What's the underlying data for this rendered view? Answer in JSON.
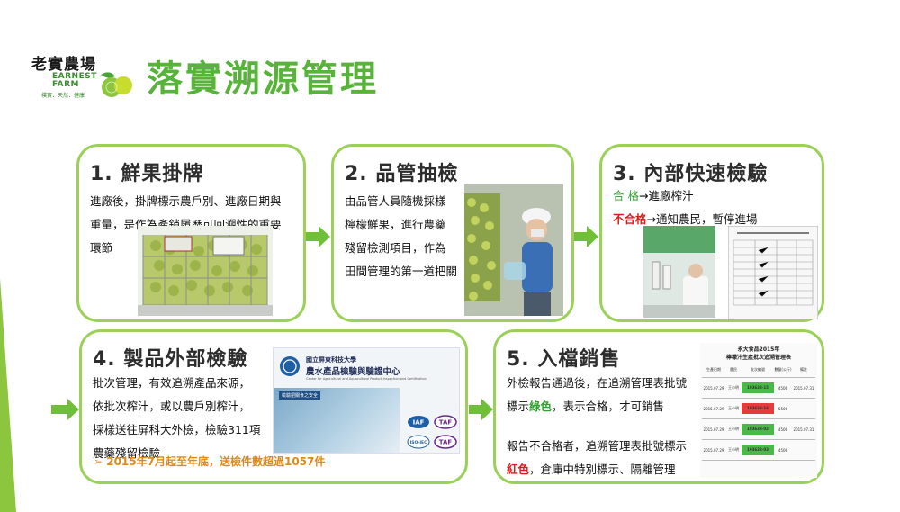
{
  "logo": {
    "cn": "老實農場",
    "en_line1": "EARNEST",
    "en_line2": "FARM",
    "tagline": "樸實．天然．健康"
  },
  "title": "落實溯源管理",
  "cards": [
    {
      "heading": "1. 鮮果掛牌",
      "lines": [
        "進廠後，掛牌標示農戶別、進廠日期與",
        "重量，是作為產銷履歷可回溯性的重要",
        "環節"
      ]
    },
    {
      "heading": "2. 品管抽檢",
      "lines": [
        "由品管人員隨機採樣",
        "檸檬鮮果，進行農藥",
        "殘留檢測項目，作為",
        "田間管理的第一道把關"
      ]
    },
    {
      "heading": "3. 內部快速檢驗",
      "pass_label": "合 格",
      "pass_text": "→進廠榨汁",
      "fail_label": "不合格",
      "fail_text": "→通知農民，暫停進場"
    },
    {
      "heading": "4. 製品外部檢驗",
      "lines": [
        "批次管理，有效追溯產品來源，",
        "依批次榨汁，或以農戶別榨汁，",
        "採樣送往屏科大外檢，檢驗311項",
        "農藥殘留檢驗"
      ],
      "highlight": "➢ 2015年7月起至年底，送檢件數超過1057件",
      "lab": {
        "university": "國立屏東科技大學",
        "center": "農水產品檢驗與驗證中心",
        "center_en": "Center for Agricultural and Aquacultural Product Inspection and Certification",
        "banner": "檢驗把關食之安全",
        "badges": [
          "IAF",
          "TAF",
          "ISO-IEC",
          "TAF"
        ]
      }
    },
    {
      "heading": "5. 入檔銷售",
      "line1": "外檢報告通過後，在追溯管理表批號",
      "line2_pre": "標示",
      "line2_color": "綠色",
      "line2_post": "，表示合格，才可銷售",
      "line3": "報告不合格者，追溯管理表批號標示",
      "line4_color": "紅色",
      "line4_post": "，倉庫中特別標示、隔離管理",
      "table": {
        "company": "永大食品2015年",
        "title": "檸檬汁生產批次追溯管理表",
        "headers": [
          "生產日期",
          "農民",
          "批次編號",
          "數量(公斤)",
          "備註"
        ],
        "rows": [
          {
            "date": "2015.07.29",
            "farmer": "王小明",
            "batch": "103638-15",
            "qty": "4506",
            "note": "2015.07.31",
            "color": "#4db84a"
          },
          {
            "date": "2015.07.29",
            "farmer": "王小明",
            "batch": "103638-16",
            "qty": "5506",
            "note": "",
            "color": "#e53b3b"
          },
          {
            "date": "2015.07.29",
            "farmer": "王小明",
            "batch": "103638-02",
            "qty": "4506",
            "note": "2015.07.31",
            "color": "#4db84a"
          },
          {
            "date": "2015.07.29",
            "farmer": "王小明",
            "batch": "103638-03",
            "qty": "4506",
            "note": "",
            "color": "#4db84a"
          }
        ]
      }
    }
  ],
  "colors": {
    "title_green": "#58b33a",
    "border_green": "#9bd158",
    "arrow_green": "#6fbf3a",
    "pass_green": "#2fa12f",
    "fail_red": "#e01b1b",
    "highlight_orange": "#e08a12"
  },
  "icons": [
    "lemon-icon",
    "arrow-right-icon",
    "check-icon"
  ]
}
